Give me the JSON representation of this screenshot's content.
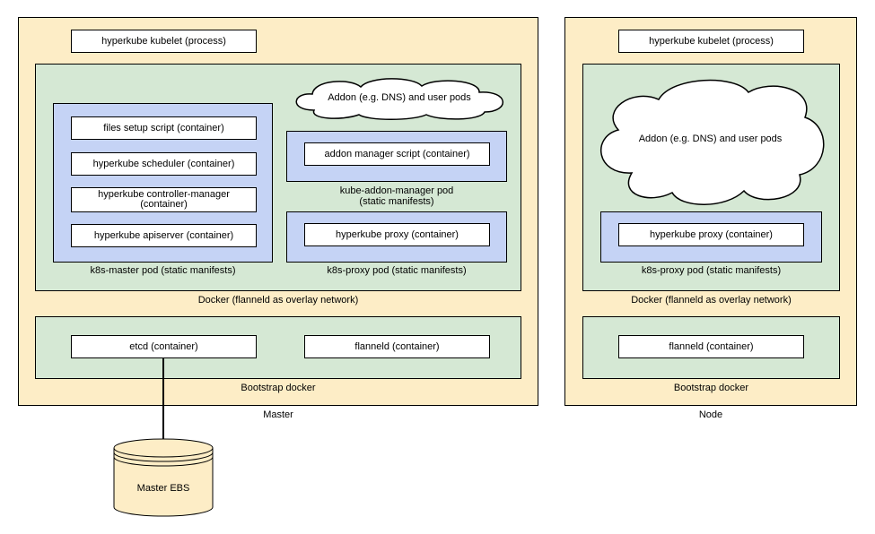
{
  "master": {
    "label": "Master",
    "kubelet": "hyperkube kubelet (process)",
    "docker": {
      "label": "Docker (flanneld as overlay network)",
      "addon_cloud": "Addon (e.g. DNS) and user pods",
      "master_pod": {
        "label": "k8s-master pod (static manifests)",
        "containers": [
          "files setup script (container)",
          "hyperkube scheduler (container)",
          "hyperkube controller-manager (container)",
          "hyperkube apiserver (container)"
        ]
      },
      "addon_manager_pod": {
        "label_line1": "kube-addon-manager pod",
        "label_line2": "(static manifests)",
        "container": "addon manager script (container)"
      },
      "proxy_pod": {
        "label": "k8s-proxy pod (static manifests)",
        "container": "hyperkube proxy (container)"
      }
    },
    "bootstrap": {
      "label": "Bootstrap docker",
      "etcd": "etcd (container)",
      "flanneld": "flanneld (container)"
    },
    "ebs": "Master EBS"
  },
  "node": {
    "label": "Node",
    "kubelet": "hyperkube kubelet (process)",
    "docker": {
      "label": "Docker (flanneld as overlay network)",
      "addon_cloud": "Addon (e.g. DNS) and user pods",
      "proxy_pod": {
        "label": "k8s-proxy pod (static manifests)",
        "container": "hyperkube proxy (container)"
      }
    },
    "bootstrap": {
      "label": "Bootstrap docker",
      "flanneld": "flanneld (container)"
    }
  },
  "colors": {
    "host": "#fdedc6",
    "docker": "#d5e8d4",
    "pod": "#c5d3f5",
    "container": "#ffffff"
  }
}
